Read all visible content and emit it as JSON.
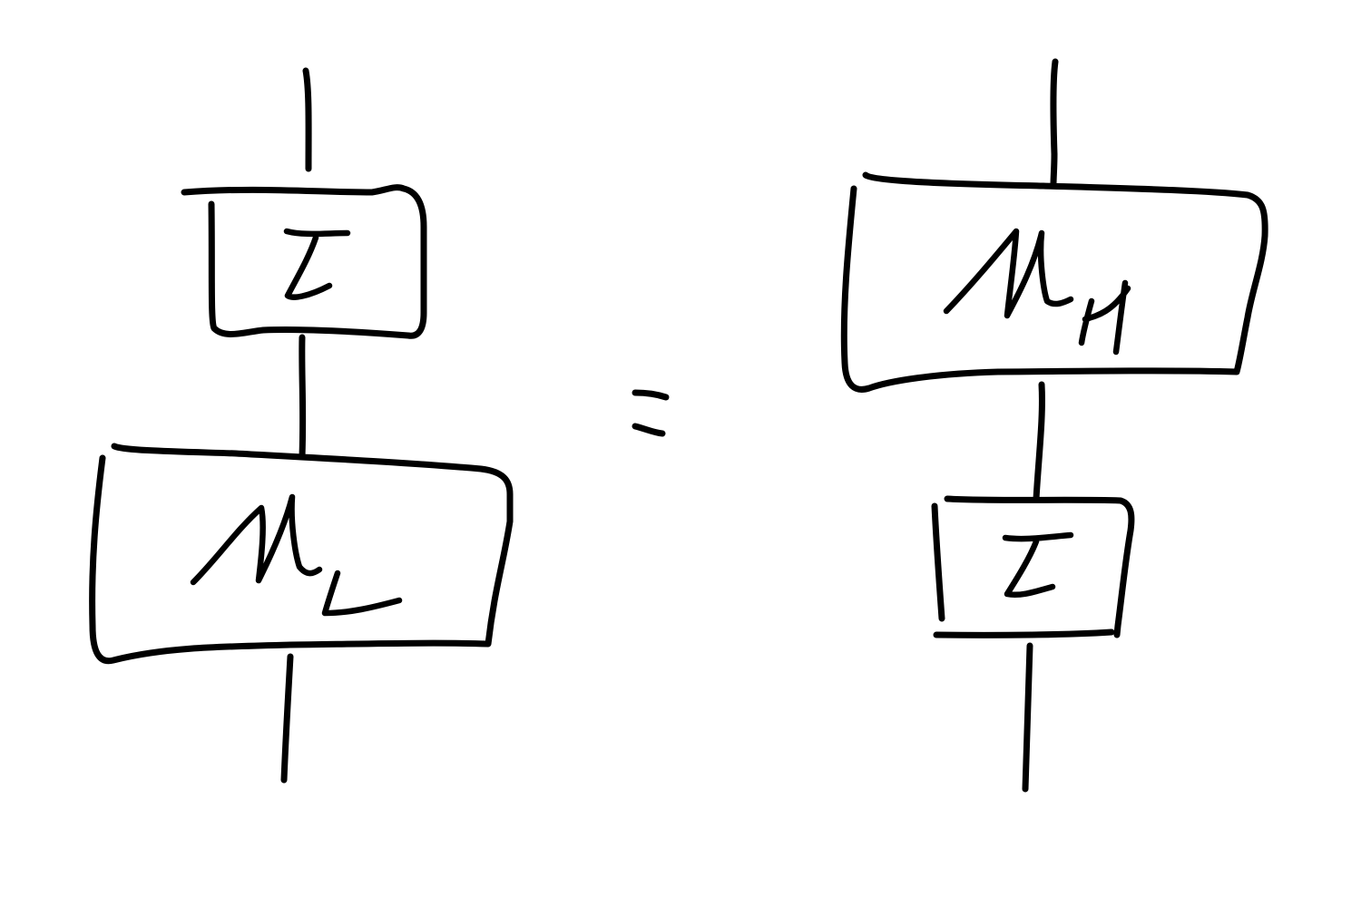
{
  "colors": {
    "background": "#ffffff",
    "ink": "#000000"
  },
  "equation": {
    "left": {
      "top_box": {
        "label": "ι̅"
      },
      "bottom_box": {
        "label": "M",
        "subscript": "L"
      }
    },
    "equals_sign": "=",
    "right": {
      "top_box": {
        "label": "M",
        "subscript": "H"
      },
      "bottom_box": {
        "label": "ι̅"
      }
    }
  }
}
